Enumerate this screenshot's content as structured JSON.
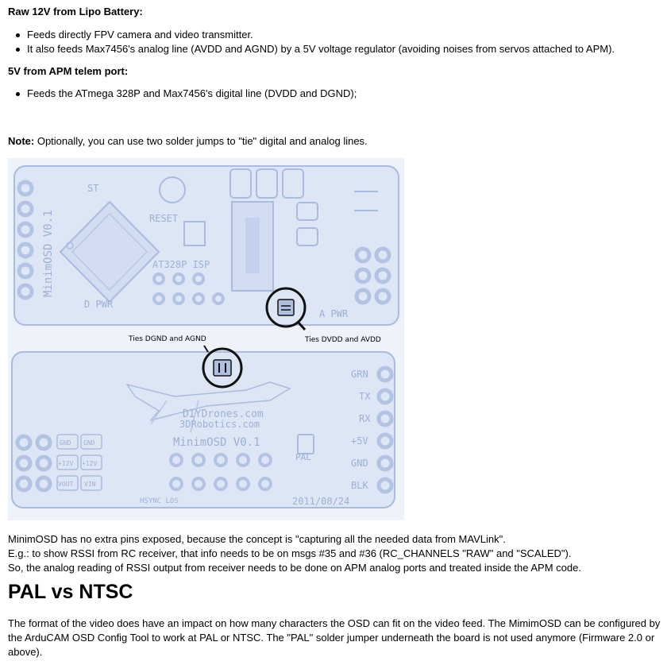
{
  "section1": {
    "title": "Raw 12V from Lipo Battery:",
    "items": [
      "Feeds directly FPV camera and video transmitter.",
      "It also feeds Max7456's analog line (AVDD and AGND) by a 5V voltage regulator (avoiding noises from servos attached to APM)."
    ]
  },
  "section2": {
    "title": "5V from APM telem port:",
    "items": [
      "Feeds the ATmega 328P and Max7456's digital line (DVDD and DGND);"
    ]
  },
  "note": {
    "label": "Note:",
    "text": " Optionally, you can use two solder jumps to \"tie\" digital and analog lines."
  },
  "board": {
    "callout_dgnd_agnd": "Ties DGND and AGND",
    "callout_dvdd_avdd": "Ties DVDD and AVDD",
    "silk_version": "MinimOSD V0.1",
    "silk_st": "ST",
    "silk_reset": "RESET",
    "silk_isp": "AT328P ISP",
    "silk_pwr_left": "D PWR",
    "silk_pwr_right": "A PWR",
    "silk_diydrones": "DIYDrones.com",
    "silk_3drobotics": "3DRobotics.com",
    "silk_version_bottom": "MinimOSD V0.1",
    "silk_pal": "PAL",
    "silk_date": "2011/08/24",
    "silk_hsync": "HSYNC LOS",
    "pin_labels_right": [
      "GRN",
      "TX",
      "RX",
      "+5V",
      "GND",
      "BLK"
    ],
    "pad_labels_left": [
      "GND",
      "GND",
      "+12V",
      "+12V",
      "VOUT",
      "VIN"
    ]
  },
  "para": {
    "line1": "MinimOSD has no extra pins exposed, because the concept is \"capturing all the needed data from MAVLink\".",
    "line2": "E.g.: to show RSSI from RC receiver, that info needs to be on msgs #35 and #36 (RC_CHANNELS \"RAW\" and \"SCALED\").",
    "line3": "So, the analog reading of RSSI output from receiver needs to be done on APM analog ports and treated inside the APM code."
  },
  "heading": "PAL vs NTSC",
  "pal_paragraph": "The format of the video does have an impact on how many characters the OSD can fit on the video feed. The MimimOSD can be configured by the ArduCAM OSD Config Tool to work at PAL or NTSC. The \"PAL\" solder jumper underneath the board is not used anymore (Firmware 2.0 or above)."
}
